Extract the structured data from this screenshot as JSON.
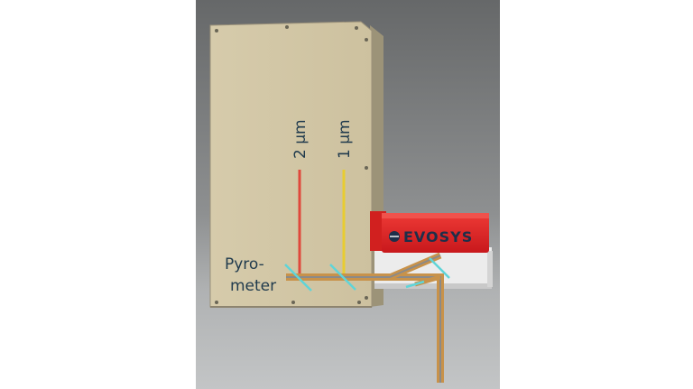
{
  "labels": {
    "wavelength_2": "2 µm",
    "wavelength_1": "1 µm",
    "pyrometer_line1": "Pyro-",
    "pyrometer_line2": "meter",
    "brand": "EVOSYS"
  },
  "colors": {
    "background_dark": "#6e7072",
    "background_light": "#b9bbbc",
    "panel": "#d2c6a4",
    "panel_edge": "#a89e84",
    "fiber_2um": "#e0483c",
    "fiber_1um": "#e8cc32",
    "beam": "#c8924a",
    "beam_core": "#8a8a8a",
    "mirror": "#5fd4d8",
    "laser_housing": "#e3262a",
    "laser_base": "#eeeeee",
    "label_text": "#1f3a4d"
  },
  "icons": {
    "brand_logo": "evosys-circle-logo-icon"
  }
}
